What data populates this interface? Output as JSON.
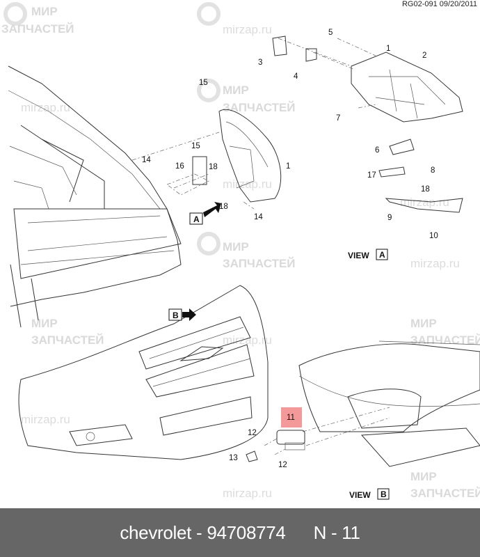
{
  "header": {
    "reference": "RG02-091 09/20/2011"
  },
  "watermark": {
    "line1": "МИР",
    "line2": "ЗАПЧАСТЕЙ",
    "site": "mirzap.ru"
  },
  "callouts": [
    "5",
    "3",
    "4",
    "1",
    "2",
    "15",
    "7",
    "1",
    "14",
    "15",
    "16",
    "18",
    "18",
    "14",
    "6",
    "17",
    "8",
    "18",
    "9",
    "10",
    "12",
    "13",
    "12",
    "11"
  ],
  "highlight": {
    "label": "11",
    "color": "#f08080"
  },
  "views": {
    "view_word": "VIEW",
    "a": "A",
    "b": "B"
  },
  "footer": {
    "brand_part": "chevrolet - 94708774",
    "number": "N - 11"
  }
}
